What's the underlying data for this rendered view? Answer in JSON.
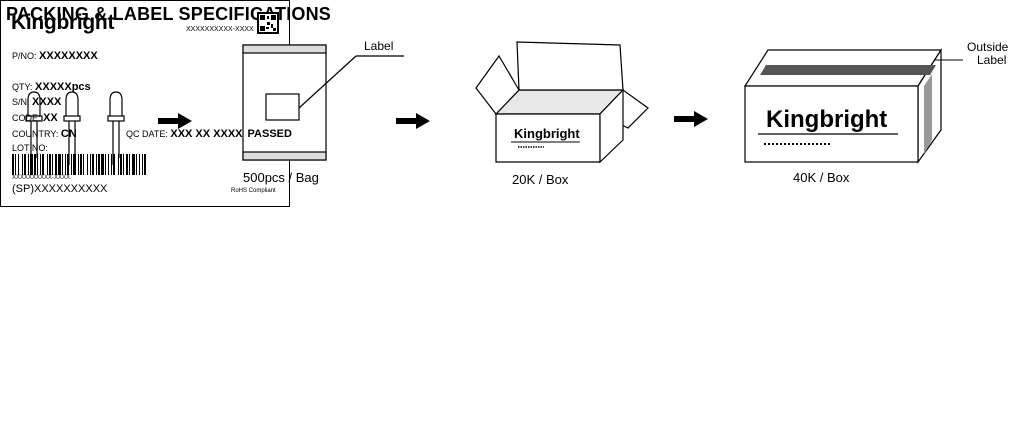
{
  "title": "PACKING & LABEL SPECIFICATIONS",
  "diagram": {
    "bag_label_callout": "Label",
    "bag_caption": "500pcs / Bag",
    "box20_caption": "20K / Box",
    "box40_caption": "40K / Box",
    "outside_label_line1": "Outside",
    "outside_label_line2": "Label",
    "brand": "Kingbright"
  },
  "label": {
    "brand": "Kingbright",
    "code_text": "XXXXXXXXXX-XXXX",
    "pno_label": "P/NO:",
    "pno_value": "XXXXXXXX",
    "qty_label": "QTY:",
    "qty_value": "XXXXXpcs",
    "sn_label": "S/N:",
    "sn_value": "XXXX",
    "code_label": "CODE:",
    "code_value": "XX",
    "country_label": "COUNTRY:",
    "country_value": "CN",
    "qcdate_label": "QC DATE:",
    "qcdate_value": "XXX XX XXXX",
    "passed": "PASSED",
    "lot_label": "LOT NO:",
    "barcode_text": "XXXXXXXXXX-XXXX",
    "sp_value": "(SP)XXXXXXXXXX",
    "rohs": "RoHS Compliant"
  }
}
